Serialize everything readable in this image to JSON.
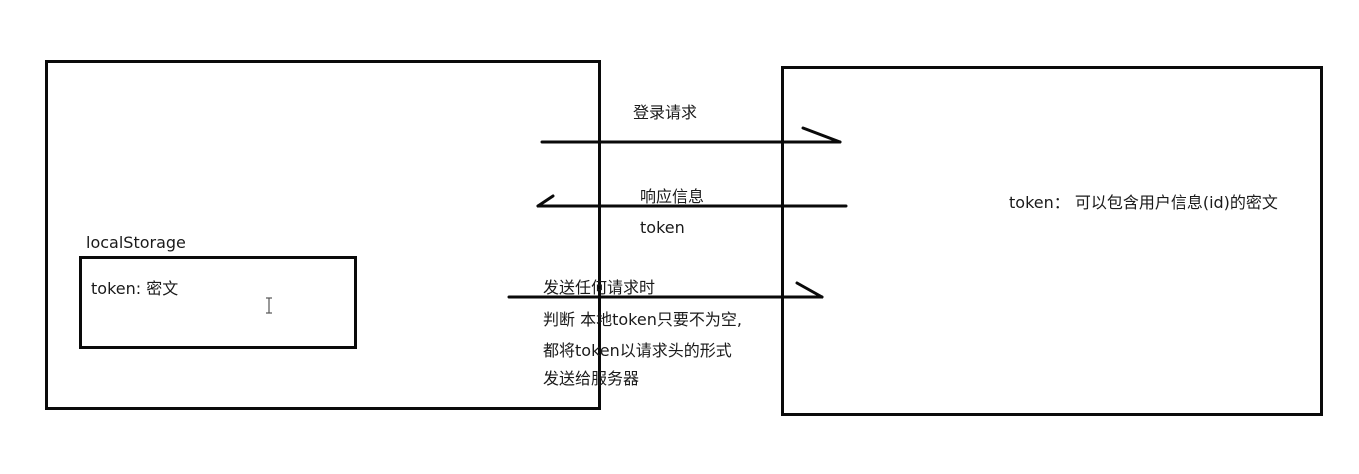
{
  "client": {
    "storage_title": "localStorage",
    "storage_entry": "token: 密文"
  },
  "flows": {
    "login_request": "登录请求",
    "response_info": "响应信息",
    "response_token": "token",
    "send_lines": [
      "发送任何请求时",
      "判断 本地token只要不为空,",
      "都将token以请求头的形式",
      "发送给服务器"
    ]
  },
  "server": {
    "note": "token： 可以包含用户信息(id)的密文"
  },
  "colors": {
    "stroke": "#0a0a0a",
    "text": "#1a1a1a",
    "background": "#ffffff"
  }
}
